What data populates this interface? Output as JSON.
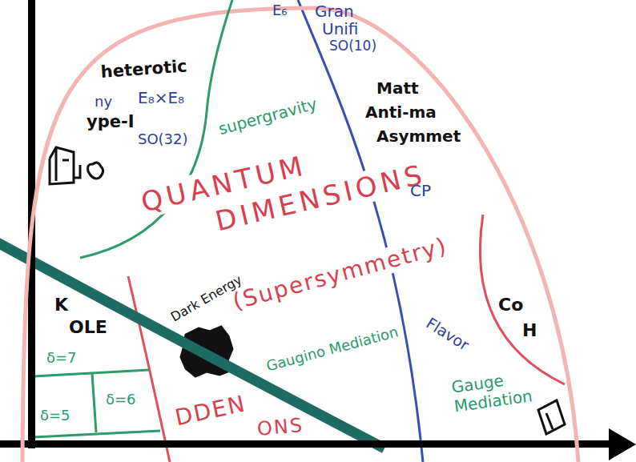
{
  "diagram": {
    "nodes": [
      {
        "text": [
          "QUANTUM DIMENSIONS",
          "(Supersymmetry)"
        ]
      },
      {
        "text": [
          "heterotic",
          "ny",
          "E₈×E₈",
          "ype-I",
          "SO(32)"
        ],
        "in": 0
      }
    ],
    "labels": [
      "E₆",
      "Gran",
      "Unifi",
      "SO(10)",
      "supergravity",
      "Matt",
      "Anti-ma",
      "Asymmet",
      "CP",
      "K",
      "OLE",
      "Dark Energy",
      "Gaugino Mediation",
      "Flavor",
      "Co",
      "H",
      "Gauge Mediation",
      "δ=7",
      "δ=6",
      "δ=5",
      "DDEN",
      "ONS"
    ]
  }
}
